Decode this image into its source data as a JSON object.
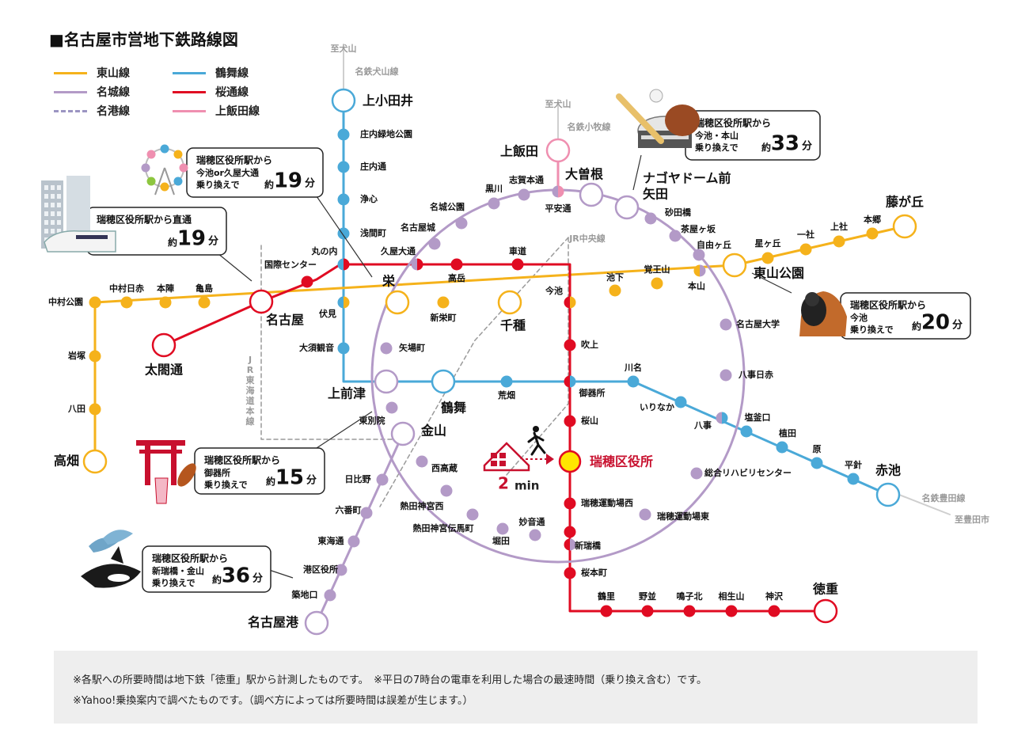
{
  "title": "■名古屋市営地下鉄路線図",
  "legend": [
    {
      "label": "東山線",
      "color": "#f5b21b",
      "dash": false
    },
    {
      "label": "鶴舞線",
      "color": "#4aa9d8",
      "dash": false
    },
    {
      "label": "名城線",
      "color": "#b39ac7",
      "dash": false
    },
    {
      "label": "桜通線",
      "color": "#e00b22",
      "dash": false
    },
    {
      "label": "名港線",
      "color": "#9b95c2",
      "dash": true
    },
    {
      "label": "上飯田線",
      "color": "#ef8fb0",
      "dash": false
    }
  ],
  "colors": {
    "higashiyama": "#f5b21b",
    "tsurumai": "#4aa9d8",
    "meijo": "#b39ac7",
    "sakuradori": "#e00b22",
    "kamiiida": "#ef8fb0",
    "meikou": "#b39ac7",
    "jr": "#9a9a9a",
    "highlight": "#c8102e",
    "callout_border": "#222222"
  },
  "map_labels": {
    "to_inuyama_1": "至犬山",
    "meitetsu_inuyama": "名鉄犬山線",
    "to_inuyama_2": "至犬山",
    "meitetsu_komaki": "名鉄小牧線",
    "jr_chuo": "JR中央線",
    "jr_tokaido": "JR東海道本線",
    "meitetsu_toyota": "名鉄豊田線",
    "to_toyotashi": "至豊田市",
    "walk_time_num": "2",
    "walk_time_unit": "min"
  },
  "stations": {
    "kamiotai": "上小田井",
    "shonairyokuchi": "庄内緑地公園",
    "shonaidori": "庄内通",
    "joshin": "浄心",
    "sengencho": "浅間町",
    "marunouchi": "丸の内",
    "fushimi": "伏見",
    "osukannon": "大須観音",
    "kamimaezu": "上前津",
    "tsurumai": "鶴舞",
    "arahata": "荒畑",
    "gokisho": "御器所",
    "kawana": "川名",
    "irinaka": "いりなか",
    "yagoto": "八事",
    "shiogamaguchi": "塩釜口",
    "ueda": "植田",
    "hara": "原",
    "hirabari": "平針",
    "akaike": "赤池",
    "takabata": "高畑",
    "hatta": "八田",
    "iwatsuka": "岩塚",
    "nakamurakoen": "中村公園",
    "nakamuranisseki": "中村日赤",
    "honjin": "本陣",
    "kamejima": "亀島",
    "nagoya": "名古屋",
    "sakae": "栄",
    "shinsakaemachi": "新栄町",
    "chikusa": "千種",
    "imaike": "今池",
    "ikeshita": "池下",
    "kakuozan": "覚王山",
    "motoyama": "本山",
    "higashiyamakoen": "東山公園",
    "hoshigaoka": "星ヶ丘",
    "issha": "一社",
    "kamiyashiro": "上社",
    "hongo": "本郷",
    "fujigaoka": "藤が丘",
    "kokusaicenter": "国際センター",
    "taikodori": "太閤通",
    "hisayaodori": "久屋大通",
    "takaoka": "高岳",
    "kurumamichi": "車道",
    "fukiage": "吹上",
    "sakurayama": "桜山",
    "mizuhokuyakusho": "瑞穂区役所",
    "mizuhoundojonishi": "瑞穂運動場西",
    "aratamabashi": "新瑞橋",
    "sakuramotomachi": "桜本町",
    "tsurusato": "鶴里",
    "nonami": "野並",
    "narukokita": "鳴子北",
    "aioiyama": "相生山",
    "kamisawa": "神沢",
    "tokushige": "徳重",
    "meijokoen": "名城公園",
    "nagoyajo": "名古屋城",
    "kurokawa": "黒川",
    "shiganehondori": "志賀本通",
    "ozone": "大曽根",
    "heiandori": "平安通",
    "kamiiida": "上飯田",
    "nagoyadomemae": "ナゴヤドーム前",
    "yada": "矢田",
    "sunadabashi": "砂田橋",
    "chayagasaka": "茶屋ヶ坂",
    "jiyugaoka": "自由ヶ丘",
    "nagoyadaigaku": "名古屋大学",
    "yagotonisseki": "八事日赤",
    "sogorihabiri": "総合リハビリセンター",
    "mizuhoundojohigashi": "瑞穂運動場東",
    "myoondori": "妙音通",
    "horita": "堀田",
    "jingudenmacho": "熱田神宮伝馬町",
    "jingunishi": "熱田神宮西",
    "nishitakakura": "西高蔵",
    "kanayama": "金山",
    "higashibetsuin": "東別院",
    "yabacho": "矢場町",
    "hibino": "日比野",
    "rokubancho": "六番町",
    "tohokudori": "東海通",
    "minatokuyakusho": "港区役所",
    "tsukijiguchi": "築地口",
    "nagoyako": "名古屋港"
  },
  "callouts": {
    "sakae": {
      "line1": "瑞穂区役所駅から",
      "line2": "今池or久屋大通",
      "line3": "乗り換えで",
      "prefix": "約",
      "minutes": "19",
      "unit": "分"
    },
    "nagoya": {
      "line1": "瑞穂区役所駅から直通",
      "prefix": "約",
      "minutes": "19",
      "unit": "分"
    },
    "dome": {
      "line1": "瑞穂区役所駅から",
      "line2": "今池・本山",
      "line3": "乗り換えで",
      "prefix": "約",
      "minutes": "33",
      "unit": "分"
    },
    "higashiyama": {
      "line1": "瑞穂区役所駅から",
      "line2": "今池",
      "line3": "乗り換えで",
      "prefix": "約",
      "minutes": "20",
      "unit": "分"
    },
    "atsuta": {
      "line1": "瑞穂区役所駅から",
      "line2": "御器所",
      "line3": "乗り換えで",
      "prefix": "約",
      "minutes": "15",
      "unit": "分"
    },
    "port": {
      "line1": "瑞穂区役所駅から",
      "line2": "新瑞橋・金山",
      "line3": "乗り換えで",
      "prefix": "約",
      "minutes": "36",
      "unit": "分"
    }
  },
  "notes": [
    "※各駅への所要時間は地下鉄「徳重」駅から計測したものです。　※平日の7時台の電車を利用した場合の最速時間（乗り換え含む）です。",
    "※Yahoo!乗換案内で調べたものです。（調べ方によっては所要時間は誤差が生じます。）"
  ]
}
